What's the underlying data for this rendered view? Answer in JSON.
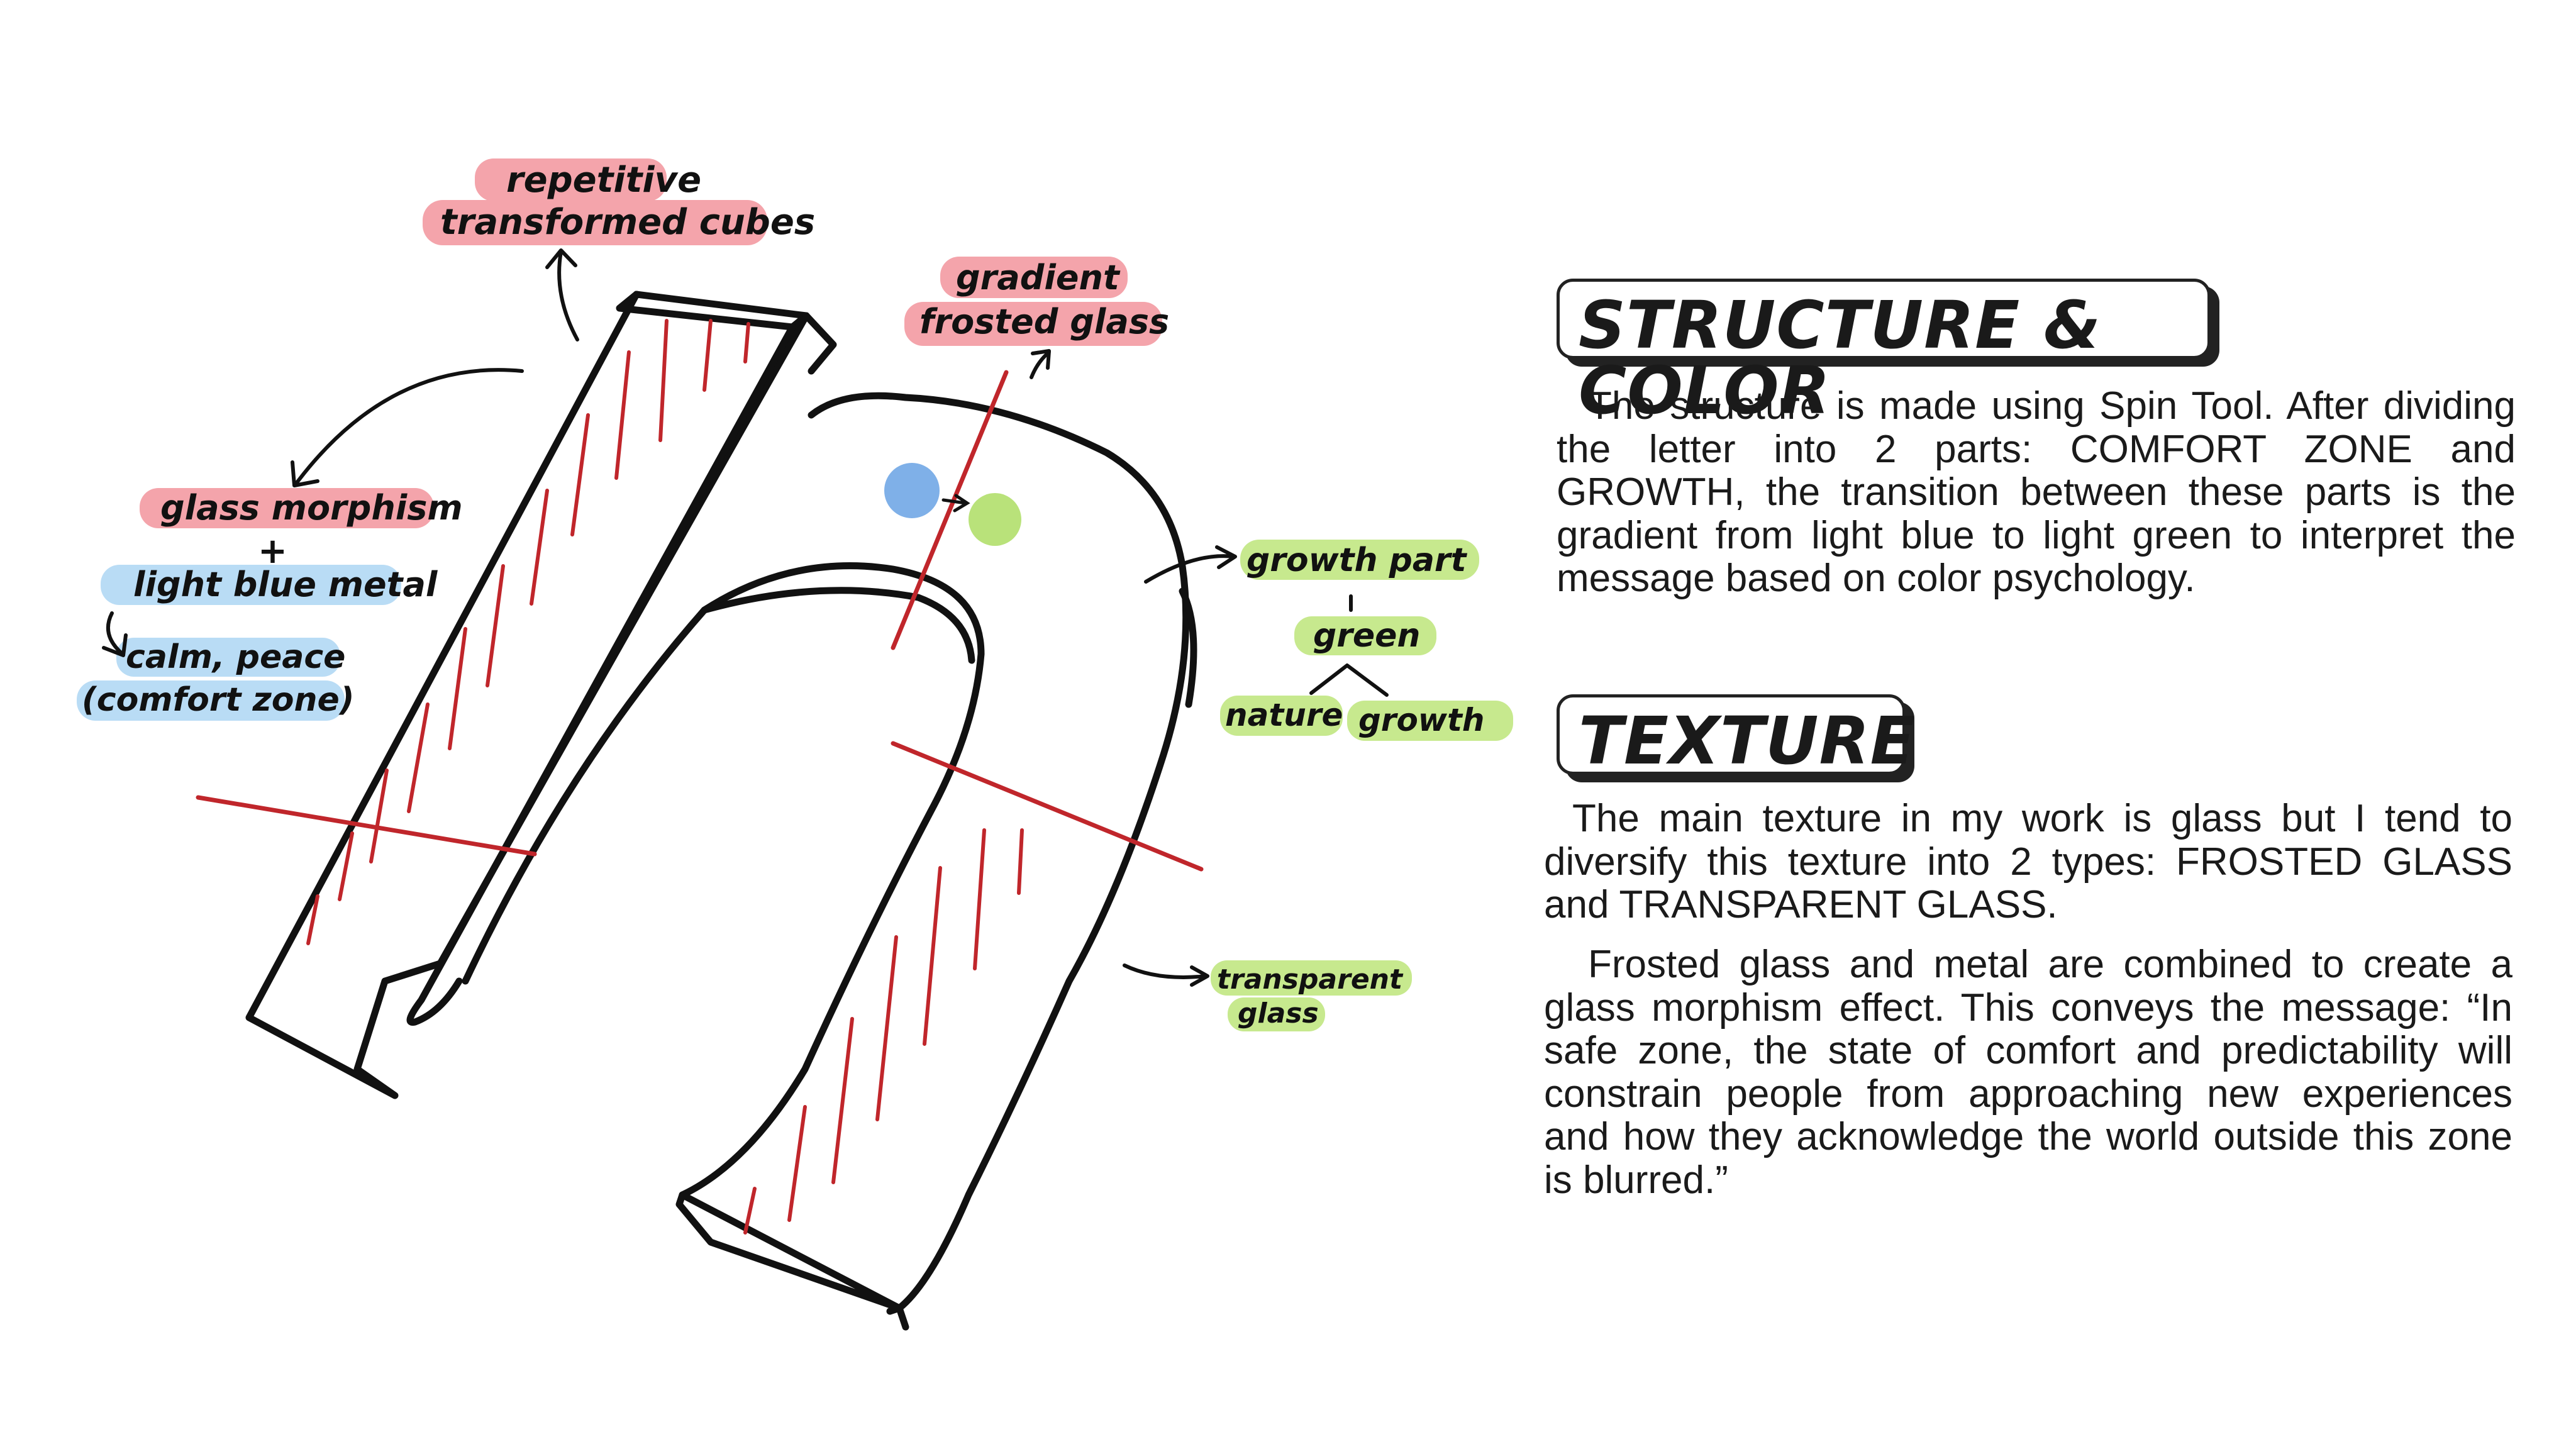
{
  "annotations": {
    "repetitive": "repetitive",
    "transformed_cubes": "transformed cubes",
    "gradient": "gradient",
    "frosted_glass": "frosted glass",
    "glass_morphism": "glass morphism",
    "plus": "+",
    "light_blue_metal": "light blue metal",
    "calm_peace": "calm, peace",
    "comfort_zone": "(comfort zone)",
    "growth_part": "growth part",
    "green": "green",
    "nature": "nature",
    "growth": "growth",
    "transparent": "transparent",
    "glass": "glass"
  },
  "colors": {
    "pink_highlight": "#f4a4ab",
    "blue_highlight": "#b9dcf5",
    "green_highlight": "#c7e98e",
    "blue_dot": "#7fb0e8",
    "green_dot": "#b9e27a",
    "red_line": "#c0262b",
    "ink": "#111111"
  },
  "sections": {
    "structure": {
      "heading": "STRUCTURE & COLOR",
      "body": "The structure is made using Spin Tool. After dividing the letter into 2 parts: COMFORT ZONE and GROWTH, the transition between these parts is the gradient from light blue to light green to interpret the message based on color psychology."
    },
    "texture": {
      "heading": "TEXTURE",
      "body1": "The main texture in my work is glass but I tend to diversify this texture into 2 types: FROSTED GLASS and TRANSPARENT GLASS.",
      "body2": "Frosted glass and metal are combined to create a glass morphism effect. This conveys the message: “In safe zone, the state of comfort and predictability will constrain people from approaching new experiences and how they acknowledge the world outside this zone is blurred.”"
    }
  }
}
